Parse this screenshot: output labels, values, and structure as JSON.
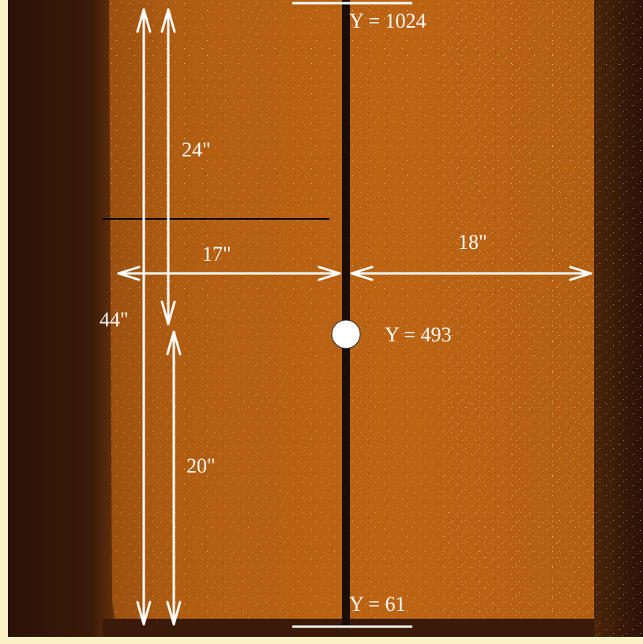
{
  "labels": {
    "top_y": "Y = 1024",
    "center_y": "Y = 493",
    "bottom_y": "Y = 61",
    "upper_height": "24\"",
    "lower_height": "20\"",
    "total_height": "44\"",
    "left_width": "17\"",
    "right_width": "18\""
  },
  "colors": {
    "background": "#faf0c8",
    "detector_dark": "#2a1206",
    "field": "#b8600f",
    "field_shadow": "#7a3c0c",
    "slit": "#1a0d05",
    "annotation": "#ffffff"
  }
}
